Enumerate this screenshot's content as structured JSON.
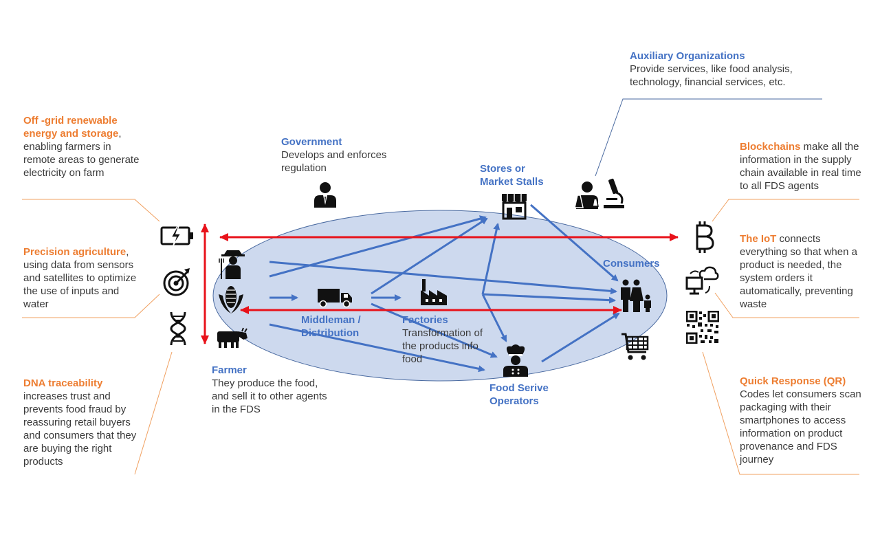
{
  "colors": {
    "orange": "#ed7d31",
    "blue": "#4472c4",
    "red": "#e8121a",
    "ellipse_fill": "#cdd9ee",
    "text": "#3a3a3a"
  },
  "left_notes": {
    "energy": {
      "title": "Off -grid renewable energy and storage",
      "body": ", enabling farmers in remote areas to generate electricity on farm"
    },
    "precision": {
      "title": "Precision agriculture",
      "body": ", using data from sensors and satellites to optimize the use of inputs and water"
    },
    "dna": {
      "title": "DNA traceability",
      "body": " increases trust and prevents food fraud by reassuring retail buyers and consumers that they are buying the right products"
    }
  },
  "right_notes": {
    "blockchain": {
      "title": "Blockchains",
      "body": " make all the information in the supply chain available in real time to all FDS agents"
    },
    "iot": {
      "title": "The IoT",
      "body": " connects everything so that when a product is needed, the system orders it automatically, preventing waste"
    },
    "qr": {
      "title": "Quick Response (QR)",
      "body": " Codes let consumers scan packaging with their smartphones to access information on product provenance and FDS journey"
    }
  },
  "agents": {
    "auxiliary": {
      "title": "Auxiliary Organizations",
      "body": "Provide services, like food analysis, technology, financial services, etc."
    },
    "government": {
      "title": "Government",
      "body": "Develops and enforces regulation"
    },
    "stores": {
      "title": "Stores or Market Stalls"
    },
    "consumers": {
      "title": "Consumers"
    },
    "middleman": {
      "title": "Middleman / Distribution"
    },
    "factories": {
      "title": "Factories",
      "body": "Transformation of the products info food"
    },
    "farmer": {
      "title": "Farmer",
      "body": "They produce the food, and sell it to other agents in the FDS"
    },
    "food_service": {
      "title": "Food Serive Operators"
    }
  },
  "icons": [
    "battery-icon",
    "target-icon",
    "dna-icon",
    "farmer-icon",
    "corn-icon",
    "cow-icon",
    "government-person-icon",
    "truck-icon",
    "factory-icon",
    "store-icon",
    "scientist-icon",
    "microscope-icon",
    "family-icon",
    "shopping-cart-icon",
    "chef-icon",
    "bitcoin-icon",
    "iot-icon",
    "qr-code-icon"
  ]
}
